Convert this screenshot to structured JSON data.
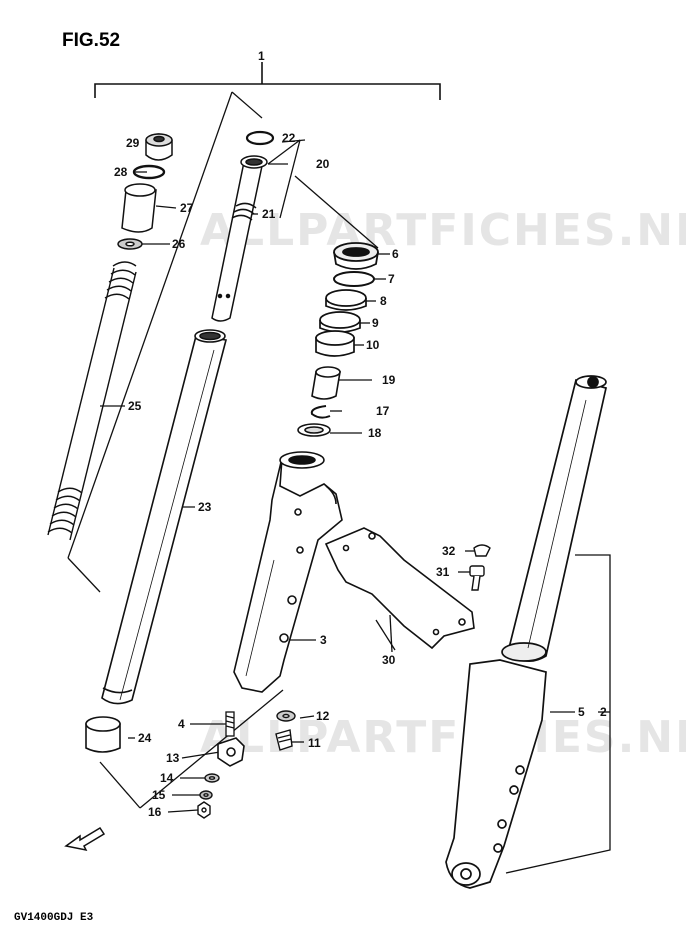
{
  "figure": {
    "title": "FIG.52",
    "model_code": "GV1400GDJ E3"
  },
  "watermark": "ALLPARTFICHES.NET",
  "parts": [
    {
      "id": "callout-1",
      "num": "1"
    },
    {
      "id": "callout-2",
      "num": "2"
    },
    {
      "id": "callout-3",
      "num": "3"
    },
    {
      "id": "callout-4",
      "num": "4"
    },
    {
      "id": "callout-5",
      "num": "5"
    },
    {
      "id": "callout-6",
      "num": "6"
    },
    {
      "id": "callout-7",
      "num": "7"
    },
    {
      "id": "callout-8",
      "num": "8"
    },
    {
      "id": "callout-9",
      "num": "9"
    },
    {
      "id": "callout-10",
      "num": "10"
    },
    {
      "id": "callout-11",
      "num": "11"
    },
    {
      "id": "callout-12",
      "num": "12"
    },
    {
      "id": "callout-13",
      "num": "13"
    },
    {
      "id": "callout-14",
      "num": "14"
    },
    {
      "id": "callout-15",
      "num": "15"
    },
    {
      "id": "callout-16",
      "num": "16"
    },
    {
      "id": "callout-17",
      "num": "17"
    },
    {
      "id": "callout-18",
      "num": "18"
    },
    {
      "id": "callout-19",
      "num": "19"
    },
    {
      "id": "callout-20",
      "num": "20"
    },
    {
      "id": "callout-21",
      "num": "21"
    },
    {
      "id": "callout-22",
      "num": "22"
    },
    {
      "id": "callout-23",
      "num": "23"
    },
    {
      "id": "callout-24",
      "num": "24"
    },
    {
      "id": "callout-25",
      "num": "25"
    },
    {
      "id": "callout-26",
      "num": "26"
    },
    {
      "id": "callout-27",
      "num": "27"
    },
    {
      "id": "callout-28",
      "num": "28"
    },
    {
      "id": "callout-29",
      "num": "29"
    },
    {
      "id": "callout-30",
      "num": "30"
    },
    {
      "id": "callout-31",
      "num": "31"
    },
    {
      "id": "callout-32",
      "num": "32"
    }
  ]
}
